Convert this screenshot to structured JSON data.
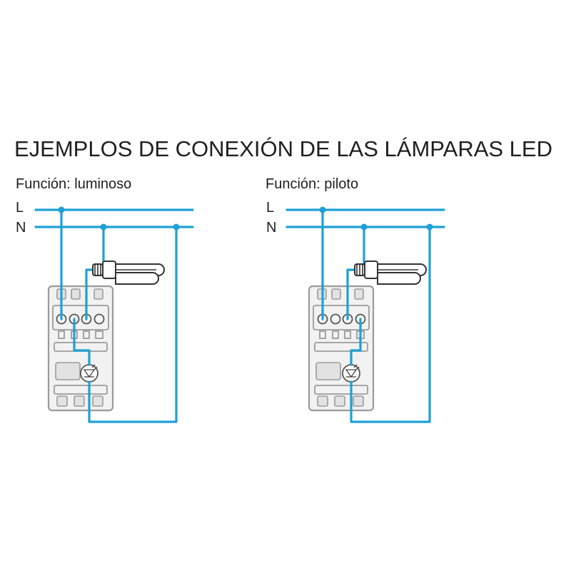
{
  "title": "EJEMPLOS DE CONEXIÓN DE LAS LÁMPARAS LED",
  "colors": {
    "wire": "#1ea0d6",
    "text": "#1f1f1f",
    "device_outline": "#9b9b9b"
  },
  "diagrams": [
    {
      "function_label": "Función: luminoso",
      "line_label": "L",
      "neutral_label": "N"
    },
    {
      "function_label": "Función: piloto",
      "line_label": "L",
      "neutral_label": "N"
    }
  ]
}
